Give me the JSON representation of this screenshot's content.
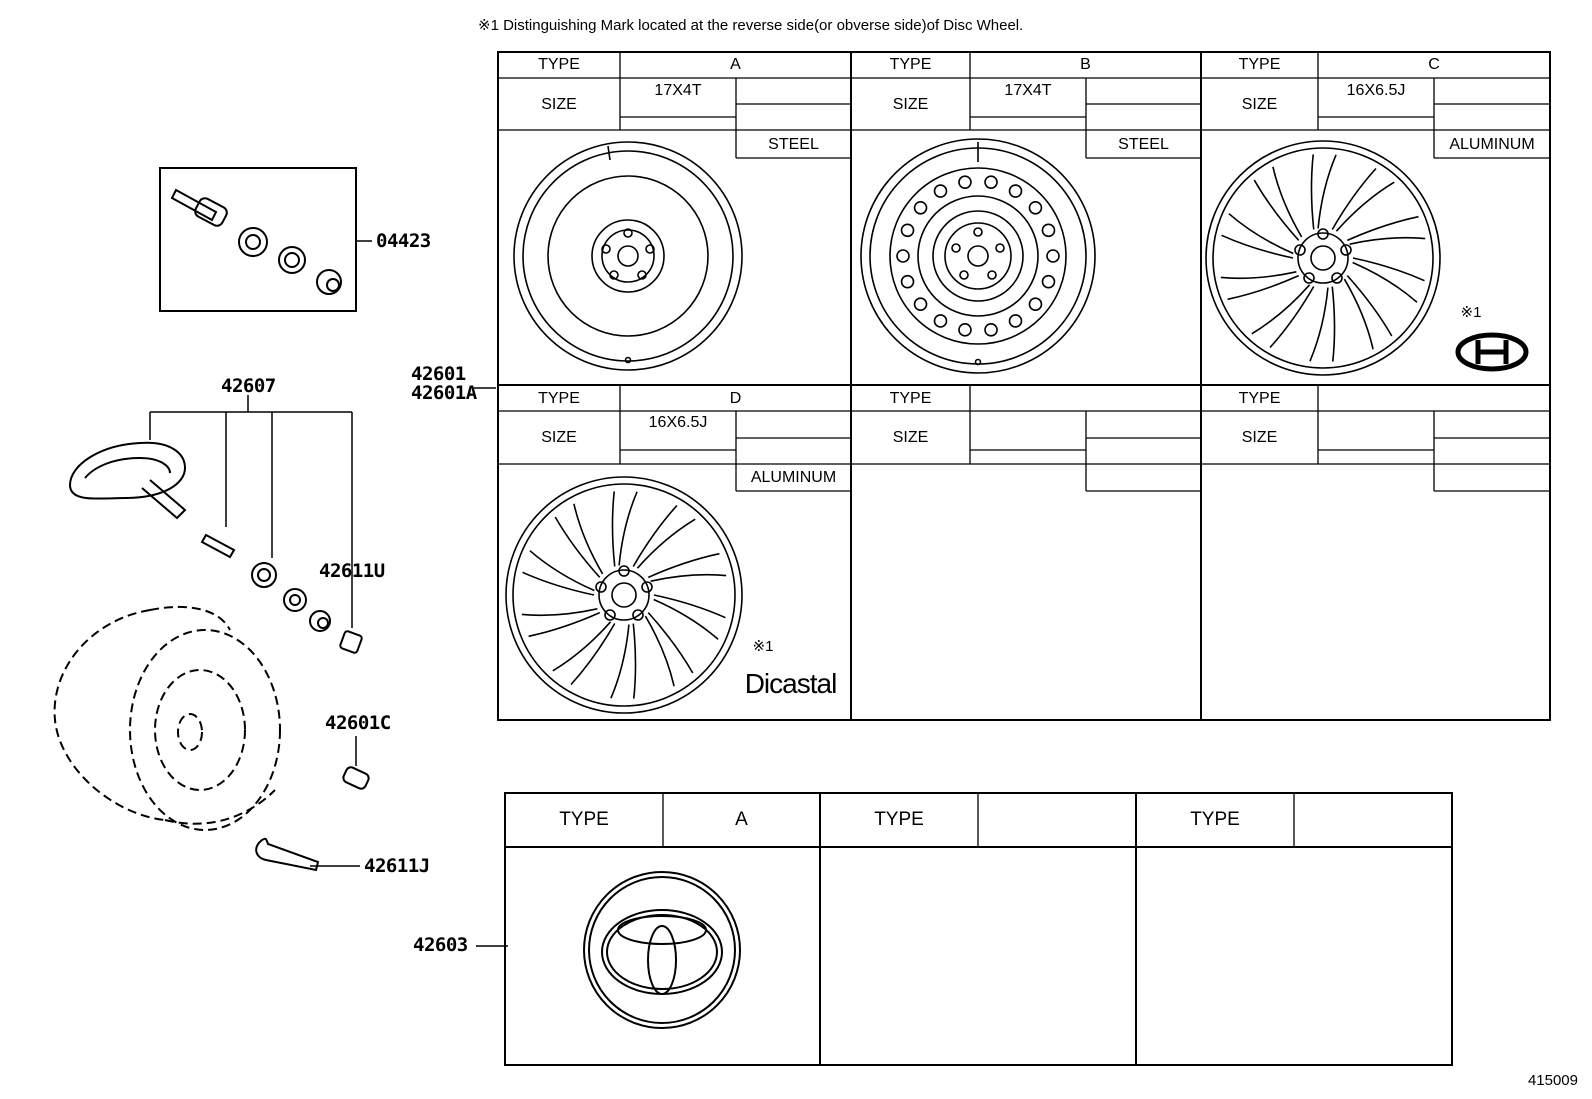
{
  "note": "※1 Distinguishing Mark located at the reverse side(or obverse side)of Disc Wheel.",
  "parts": {
    "p04423": "04423",
    "p42607": "42607",
    "p42611U": "42611U",
    "p42601C": "42601C",
    "p42611J": "42611J",
    "p42601": "42601",
    "p42601A": "42601A",
    "p42603": "42603"
  },
  "wheel_table": {
    "type_label": "TYPE",
    "size_label": "SIZE",
    "cells": [
      {
        "type": "A",
        "size": "17X4T",
        "material": "STEEL"
      },
      {
        "type": "B",
        "size": "17X4T",
        "material": "STEEL"
      },
      {
        "type": "C",
        "size": "16X6.5J",
        "material": "ALUMINUM",
        "mark": "※1"
      },
      {
        "type": "D",
        "size": "16X6.5J",
        "material": "ALUMINUM",
        "mark": "※1",
        "brand": "Dicastal"
      },
      {
        "type": "",
        "size": "",
        "material": ""
      },
      {
        "type": "",
        "size": "",
        "material": ""
      }
    ]
  },
  "cap_table": {
    "type_label": "TYPE",
    "cells": [
      {
        "type": "A"
      },
      {
        "type": ""
      },
      {
        "type": ""
      }
    ]
  },
  "ref_number": "415009"
}
